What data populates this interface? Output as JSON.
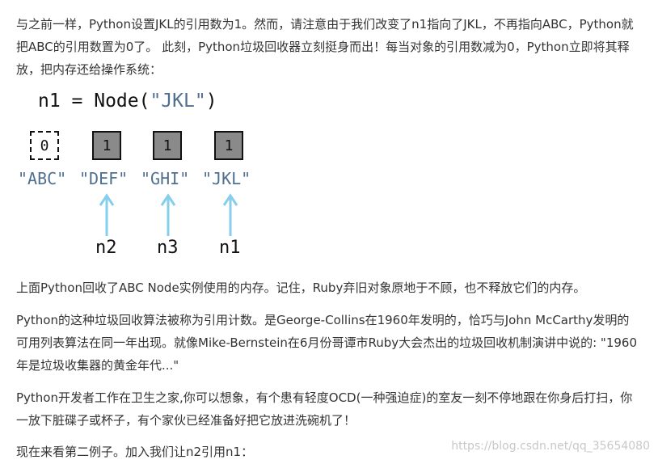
{
  "paragraphs": {
    "p1": "与之前一样，Python设置JKL的引用数为1。然而，请注意由于我们改变了n1指向了JKL，不再指向ABC，Python就把ABC的引用数置为0了。 此刻，Python垃圾回收器立刻挺身而出！每当对象的引用数减为0，Python立即将其释放，把内存还给操作系统：",
    "p2": "上面Python回收了ABC Node实例使用的内存。记住，Ruby弃旧对象原地于不顾，也不释放它们的内存。",
    "p3": "Python的这种垃圾回收算法被称为引用计数。是George-Collins在1960年发明的，恰巧与John McCarthy发明的可用列表算法在同一年出现。就像Mike-Bernstein在6月份哥谭市Ruby大会杰出的垃圾回收机制演讲中说的: \"1960年是垃圾收集器的黄金年代...\"",
    "p4": "Python开发者工作在卫生之家,你可以想象，有个患有轻度OCD(一种强迫症)的室友一刻不停地跟在你身后打扫，你一放下脏碟子或杯子，有个家伙已经准备好把它放进洗碗机了！",
    "p5": "现在来看第二例子。加入我们让n2引用n1："
  },
  "diagram": {
    "code_prefix": "n1 = Node(",
    "code_string": "\"JKL\"",
    "code_suffix": ")",
    "nodes": [
      {
        "label": "\"ABC\"",
        "refcount": "0",
        "freed": true
      },
      {
        "label": "\"DEF\"",
        "refcount": "1",
        "freed": false
      },
      {
        "label": "\"GHI\"",
        "refcount": "1",
        "freed": false
      },
      {
        "label": "\"JKL\"",
        "refcount": "1",
        "freed": false
      }
    ],
    "variables": [
      "n2",
      "n3",
      "n1"
    ],
    "arrow_color": "#87ceeb"
  },
  "watermark": "https://blog.csdn.net/qq_35654080"
}
